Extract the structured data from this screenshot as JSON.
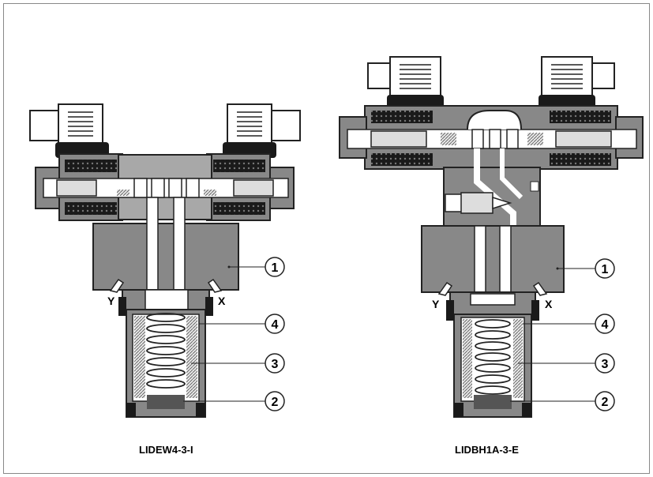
{
  "left_valve": {
    "caption": "LIDEW4-3-I",
    "port_y": "Y",
    "port_x": "X",
    "callouts": [
      "1",
      "4",
      "3",
      "2"
    ]
  },
  "right_valve": {
    "caption": "LIDBH1A-3-E",
    "port_y": "Y",
    "port_x": "X",
    "callouts": [
      "1",
      "4",
      "3",
      "2"
    ]
  },
  "colors": {
    "body_gray": "#888888",
    "dark": "#1a1a1a",
    "mid_gray": "#a8a8a8",
    "light": "#ffffff"
  }
}
